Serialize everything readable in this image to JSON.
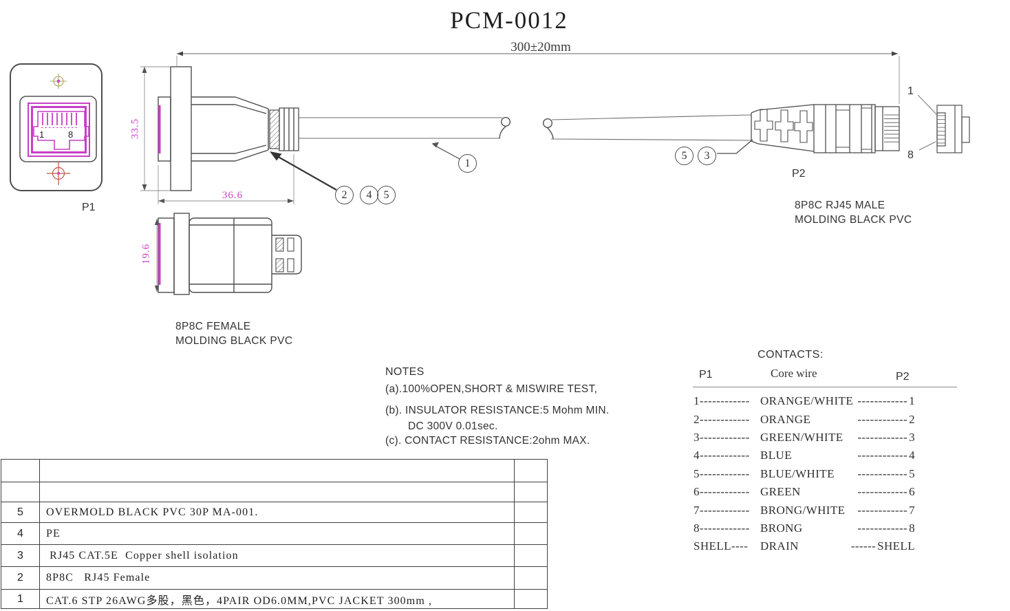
{
  "title": "PCM-0012",
  "dims": {
    "length": "300±20mm",
    "height": "33.5",
    "width": "36.6",
    "depth": "19.6"
  },
  "labels": {
    "p1": "P1",
    "p2": "P2",
    "male_desc_1": "8P8C RJ45 MALE",
    "male_desc_2": "MOLDING BLACK PVC",
    "female_desc_1": "8P8C FEMALE",
    "female_desc_2": "MOLDING BLACK PVC",
    "jack_pin_first": "1",
    "jack_pin_last": "8",
    "plug_pin_first": "1",
    "plug_pin_last": "8"
  },
  "callouts": {
    "c1": "1",
    "c2": "2",
    "c4": "4",
    "c5": "5",
    "c5b": "5",
    "c3": "3"
  },
  "notes": {
    "heading": "NOTES",
    "a": "(a).100%OPEN,SHORT & MISWIRE TEST,",
    "b1": "(b). INSULATOR RESISTANCE:5 Mohm MIN.",
    "b2": "DC 300V 0.01sec.",
    "c": "(c). CONTACT RESISTANCE:2ohm MAX."
  },
  "contacts": {
    "heading": "CONTACTS:",
    "col_p1": "P1",
    "col_wire": "Core wire",
    "col_p2": "P2",
    "rows": [
      {
        "p1": "1",
        "d1": "------------",
        "wire": "ORANGE/WHITE",
        "d2": "------------",
        "p2": "1"
      },
      {
        "p1": "2",
        "d1": "------------",
        "wire": "ORANGE",
        "d2": "------------",
        "p2": "2"
      },
      {
        "p1": "3",
        "d1": "------------",
        "wire": "GREEN/WHITE",
        "d2": "------------",
        "p2": "3"
      },
      {
        "p1": "4",
        "d1": "------------",
        "wire": "BLUE",
        "d2": "------------",
        "p2": "4"
      },
      {
        "p1": "5",
        "d1": "------------",
        "wire": "BLUE/WHITE",
        "d2": "------------",
        "p2": "5"
      },
      {
        "p1": "6",
        "d1": "------------",
        "wire": "GREEN",
        "d2": "------------",
        "p2": "6"
      },
      {
        "p1": "7",
        "d1": "------------",
        "wire": "BRONG/WHITE",
        "d2": "------------",
        "p2": "7"
      },
      {
        "p1": "8",
        "d1": "------------",
        "wire": "BRONG",
        "d2": "------------",
        "p2": "8"
      },
      {
        "p1": "SHELL",
        "d1": "----",
        "wire": "DRAIN",
        "d2": "------",
        "p2": "SHELL"
      }
    ]
  },
  "bom": {
    "rows": [
      {
        "num": "",
        "desc": ""
      },
      {
        "num": "",
        "desc": ""
      },
      {
        "num": "5",
        "desc": "OVERMOLD BLACK PVC 30P MA-001."
      },
      {
        "num": "4",
        "desc": "PE"
      },
      {
        "num": "3",
        "desc": " RJ45 CAT.5E  Copper shell isolation"
      },
      {
        "num": "2",
        "desc": "8P8C   RJ45 Female"
      },
      {
        "num": "1",
        "desc": "CAT.6 STP 26AWG多股，黑色，4PAIR OD6.0MM,PVC JACKET 300mm ,"
      }
    ]
  }
}
